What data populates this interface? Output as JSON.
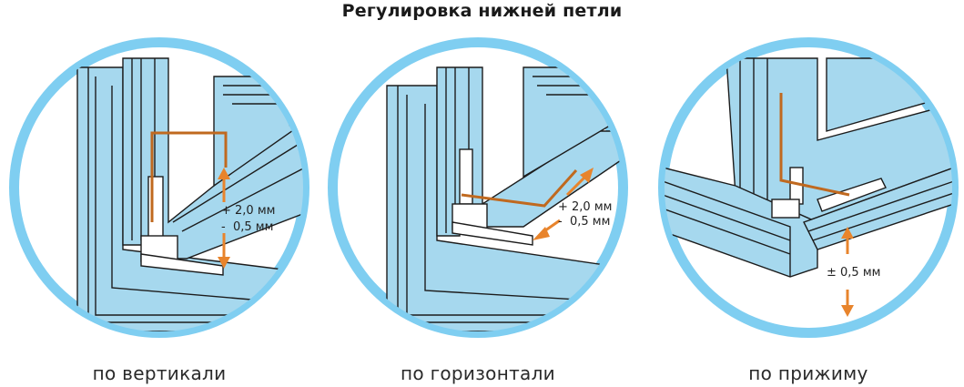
{
  "title": "Регулировка нижней петли",
  "panels": [
    {
      "caption": "по вертикали",
      "dims": [
        "+ 2,0 мм",
        "-  0,5 мм"
      ]
    },
    {
      "caption": "по горизонтали",
      "dims": [
        "+ 2,0 мм",
        "-  0,5 мм"
      ]
    },
    {
      "caption": "по прижиму",
      "dims": [
        "± 0,5 мм"
      ]
    }
  ],
  "colors": {
    "ring": "#7FCEF1",
    "frame": "#A6D8EE",
    "line": "#1c1c1c",
    "key": "#C0691F",
    "arrow": "#E8842C"
  }
}
